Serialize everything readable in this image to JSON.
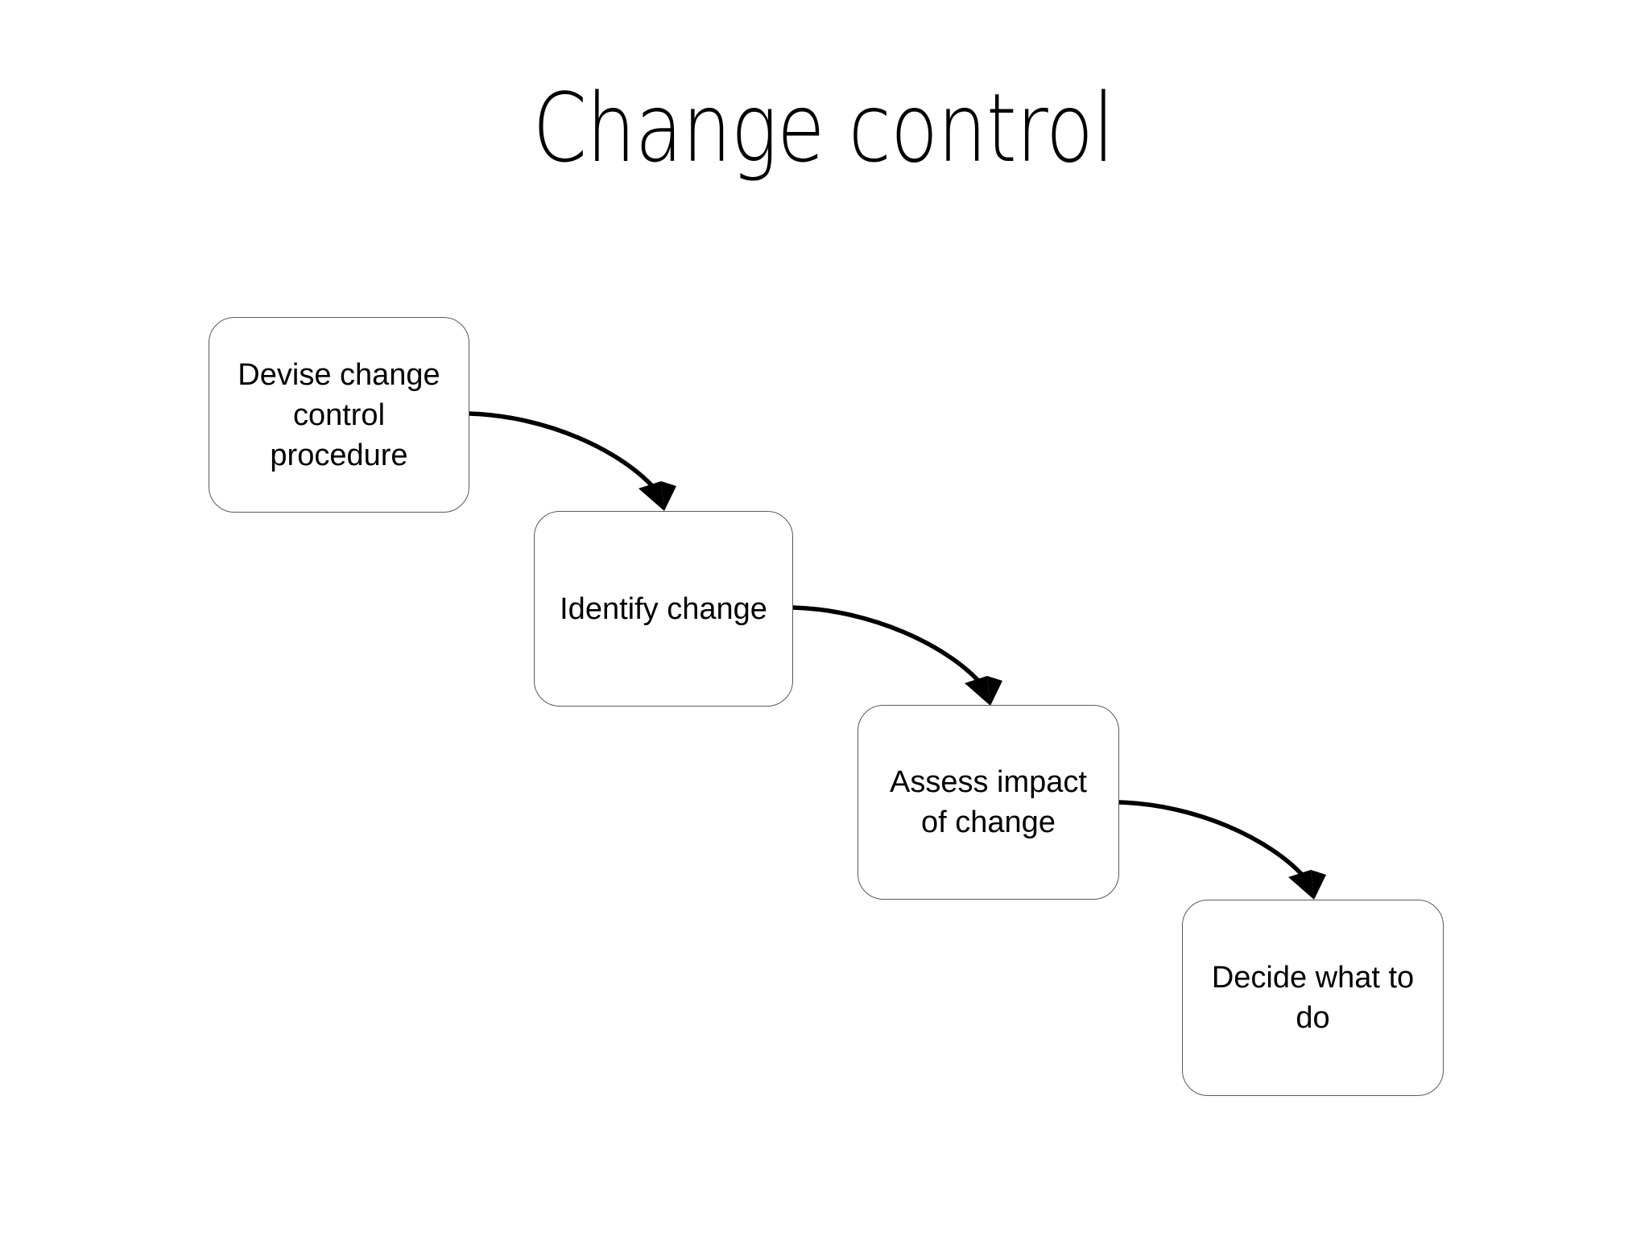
{
  "slide": {
    "title": "Change control",
    "background_color": "#ffffff",
    "text_color": "#000000"
  },
  "diagram": {
    "type": "flowchart",
    "orientation": "diagonal-cascade",
    "node_border_color": "#5a5a5a",
    "node_fill_color": "#ffffff",
    "connector_color": "#000000",
    "nodes": [
      {
        "id": "devise",
        "label": "Devise change\ncontrol\nprocedure",
        "order": 1
      },
      {
        "id": "identify",
        "label": "Identify change",
        "order": 2
      },
      {
        "id": "assess",
        "label": "Assess impact\nof change",
        "order": 3
      },
      {
        "id": "decide",
        "label": "Decide what to\ndo",
        "order": 4
      }
    ],
    "connectors": [
      {
        "from": "devise",
        "to": "identify",
        "style": "curved-arrow"
      },
      {
        "from": "identify",
        "to": "assess",
        "style": "curved-arrow"
      },
      {
        "from": "assess",
        "to": "decide",
        "style": "curved-arrow"
      }
    ]
  }
}
